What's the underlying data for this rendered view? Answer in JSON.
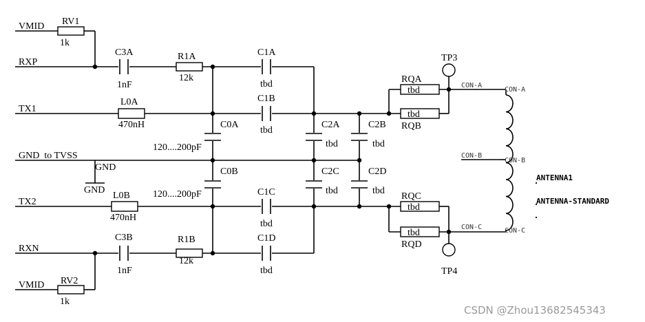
{
  "nets": {
    "vmid_top": "VMID",
    "rxp": "RXP",
    "tx1": "TX1",
    "gnd": "GND  to TVSS",
    "gnd_label": "GND",
    "gnd_symbol": "GND",
    "tx2": "TX2",
    "rxn": "RXN",
    "vmid_bottom": "VMID",
    "con_a": "CON-A",
    "con_b": "CON-B",
    "con_c": "CON-C"
  },
  "components": {
    "rv1": {
      "ref": "RV1",
      "value": "1k"
    },
    "rv2": {
      "ref": "RV2",
      "value": "1k"
    },
    "c3a": {
      "ref": "C3A",
      "value": "1nF"
    },
    "c3b": {
      "ref": "C3B",
      "value": "1nF"
    },
    "r1a": {
      "ref": "R1A",
      "value": "12k"
    },
    "r1b": {
      "ref": "R1B",
      "value": "12k"
    },
    "c1a": {
      "ref": "C1A",
      "value": "tbd"
    },
    "c1b": {
      "ref": "C1B",
      "value": "tbd"
    },
    "c1c": {
      "ref": "C1C",
      "value": "tbd"
    },
    "c1d": {
      "ref": "C1D",
      "value": "tbd"
    },
    "l0a": {
      "ref": "L0A",
      "value": "470nH"
    },
    "l0b": {
      "ref": "L0B",
      "value": "470nH"
    },
    "c0a": {
      "ref": "C0A",
      "value": "120....200pF"
    },
    "c0b": {
      "ref": "C0B",
      "value": "120....200pF"
    },
    "c2a": {
      "ref": "C2A",
      "value": "tbd"
    },
    "c2b": {
      "ref": "C2B",
      "value": "tbd"
    },
    "c2c": {
      "ref": "C2C",
      "value": "tbd"
    },
    "c2d": {
      "ref": "C2D",
      "value": "tbd"
    },
    "rqa": {
      "ref": "RQA",
      "value": "tbd"
    },
    "rqb": {
      "ref": "RQB",
      "value": "tbd"
    },
    "rqc": {
      "ref": "RQC",
      "value": "tbd"
    },
    "rqd": {
      "ref": "RQD",
      "value": "tbd"
    },
    "tp3": {
      "ref": "TP3"
    },
    "tp4": {
      "ref": "TP4"
    }
  },
  "antenna": {
    "name": "ANTENNA1",
    "type": "ANTENNA-STANDARD",
    "pin_a": "CON-A",
    "pin_b": "CON-B",
    "pin_c": "CON-C"
  },
  "watermark": "CSDN @Zhou13682545343"
}
